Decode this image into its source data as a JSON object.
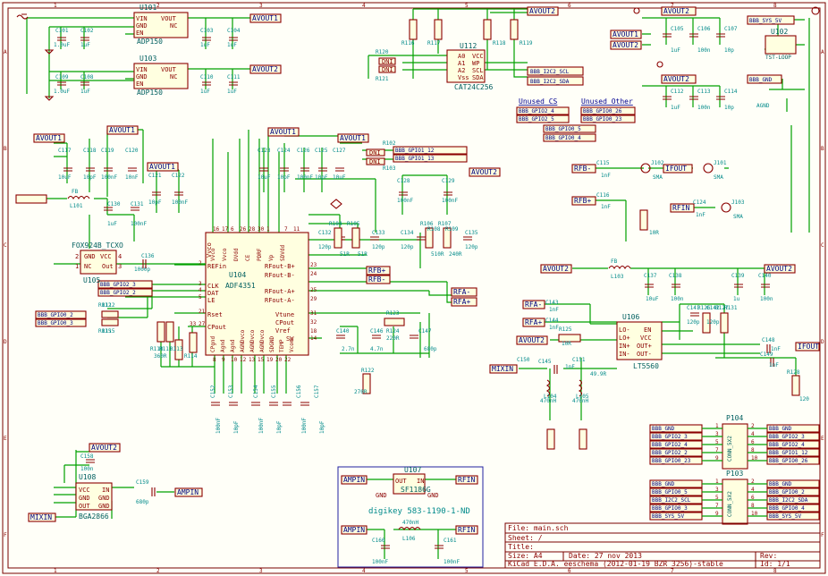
{
  "regulators": [
    {
      "ref": "U101",
      "value": "ADP150",
      "pins": [
        "VIN",
        "GND",
        "EN"
      ],
      "out_pins": [
        "VOUT",
        "NC"
      ],
      "caps": [
        "C101",
        "1.0uF",
        "C102",
        "1uF",
        "C103",
        "1uF",
        "C104",
        "1uF"
      ],
      "net": "AVOUT1"
    },
    {
      "ref": "U103",
      "value": "ADP150",
      "pins": [
        "VIN",
        "GND",
        "EN"
      ],
      "out_pins": [
        "VOUT",
        "NC"
      ],
      "caps": [
        "C109",
        "1.0uF",
        "C108",
        "1uF",
        "C110",
        "1uF",
        "C111",
        "1uF"
      ],
      "net": "AVOUT2"
    }
  ],
  "eeprom": {
    "ref": "U112",
    "value": "CAT24C256",
    "pins": [
      "A0",
      "A1",
      "A2",
      "Vss"
    ],
    "right_pins": [
      "VCC",
      "WP",
      "SCL",
      "SDA"
    ],
    "res": [
      "R120",
      "R121",
      "R116",
      "R117",
      "R118",
      "R119"
    ],
    "dni": "DNI",
    "nets": [
      "AVOUT2",
      "BBB_I2C2_SCL",
      "BBB_I2C2_SDA"
    ]
  },
  "unused": {
    "cs_label": "Unused CS",
    "other_label": "Unused Other",
    "cs": [
      "BBB_GPIO2_4",
      "BBB_GPIO2_5"
    ],
    "other": [
      "BBB_GPIO0_26",
      "BBB_GPIO0_23"
    ],
    "extra": [
      "BBB_GPIO0_5",
      "BBB_GPIO0_4"
    ]
  },
  "power": {
    "nets": [
      "AVOUT2",
      "AVOUT1",
      "BBB_SYS_5V",
      "BBB_GND"
    ],
    "testpoint": "U102",
    "tp_label": "TST-LOOP",
    "caps": [
      "C105",
      "1uF",
      "C106",
      "100n",
      "C107",
      "10p",
      "C112",
      "1uF",
      "C113",
      "100n",
      "C114",
      "10p"
    ],
    "agnd": "AGND"
  },
  "synth": {
    "ref": "U104",
    "value": "ADF4351",
    "left_pins": [
      "Vvco",
      "Vvco",
      "DVdd",
      "CE",
      "PDRF",
      "Vp",
      "SDVdd"
    ],
    "mid_pins": [
      "REFin",
      "CLK",
      "DAT",
      "LE",
      "Rset",
      "CPout"
    ],
    "right_pins": [
      "RFout-B+",
      "RFout-B-",
      "RFout-A+",
      "RFout-A-",
      "Vtune",
      "CPout",
      "Vref",
      "SW"
    ],
    "bottom_pins": [
      "CPgnd",
      "Agnd",
      "Agnd",
      "AGNDvco",
      "AGNDvco",
      "AGNDvco",
      "SDGND",
      "TEMP",
      "Vcom"
    ],
    "pin_numbers": [
      "16",
      "17",
      "6",
      "26",
      "28",
      "30",
      "1",
      "2",
      "3",
      "4",
      "5",
      "21",
      "27",
      "8",
      "9",
      "10",
      "12",
      "13",
      "15",
      "19",
      "20",
      "22",
      "23",
      "24",
      "25",
      "29",
      "31",
      "32",
      "18",
      "14",
      "7",
      "11",
      "33"
    ],
    "nets": [
      "AVOUT1",
      "BBB_GPIO1_12",
      "BBB_GPIO1_13",
      "AVOUT2",
      "RFB+",
      "RFB-",
      "RFA-",
      "RFA+"
    ],
    "caps": [
      "C117",
      "10uF",
      "C118",
      "10pF",
      "C119",
      "100nF",
      "C120",
      "10nF",
      "C121",
      "10pF",
      "C122",
      "100nF",
      "C123",
      "10uF",
      "C124",
      "10pF",
      "C126",
      "100nF",
      "C125",
      "10pF",
      "C127",
      "10uF",
      "C128",
      "100nF",
      "C129",
      "100nF",
      "C132",
      "120p",
      "C133",
      "120p",
      "C134",
      "120p",
      "C135",
      "120p",
      "C136",
      "1000p",
      "C140",
      "2.7n",
      "C146",
      "4.7n",
      "C147",
      "680p"
    ],
    "res": [
      "R102",
      "R103",
      "R110",
      "R111",
      "R112",
      "R113",
      "R114",
      "R115",
      "R104",
      "R105",
      "R106",
      "R107",
      "R108",
      "R109",
      "R123",
      "R124",
      "R122"
    ],
    "r_dni": [
      "DNI",
      "DNI"
    ],
    "r_vals": [
      "51R",
      "51R",
      "510R",
      "240R",
      "220R",
      "270R",
      "360R"
    ],
    "spi": [
      "BBB_GPIO2_3",
      "BBB_GPIO2_2"
    ],
    "spi2": [
      "BBB_GPIO0_2",
      "BBB_GPIO0_3"
    ],
    "spi_res": [
      "R112",
      "R115"
    ]
  },
  "tcxo": {
    "ref": "U105",
    "value": "FOX924B_TCXO",
    "pins": [
      "GND",
      "VCC",
      "NC",
      "Out"
    ],
    "pin_nums": [
      "2",
      "4",
      "1",
      "3"
    ],
    "ind": "FB",
    "lref": "L101",
    "c130": "C130",
    "c131": "C131",
    "c130v": "1uF",
    "c131v": "100nF"
  },
  "decoupling_bottom": {
    "caps": [
      "C152",
      "C153",
      "C154",
      "C155",
      "C156",
      "C157"
    ],
    "values": [
      "100nF",
      "10pF",
      "100nF",
      "10pF",
      "100nF",
      "10pF"
    ]
  },
  "rf_switch": {
    "labels": [
      "RFB-",
      "RFB+",
      "IFOUT",
      "RFIN",
      "SMA"
    ],
    "refs": [
      "C115",
      "C116",
      "C124",
      "C125",
      "R125",
      "J102",
      "J101",
      "J103"
    ],
    "vals": [
      "1nF",
      "1nF",
      "1nF",
      "1nF",
      "10R"
    ]
  },
  "mixer": {
    "ref": "U106",
    "value": "LT5560",
    "pins": [
      "LO-",
      "LO+",
      "IN+",
      "IN-"
    ],
    "right_pins": [
      "EN",
      "VCC",
      "OUT+",
      "OUT-"
    ],
    "nets": [
      "RFA-",
      "RFA+",
      "AVOUT2",
      "MIXIN",
      "IFOUT"
    ],
    "refs": [
      "C137",
      "C138",
      "C139",
      "C140",
      "C141",
      "C142",
      "C143",
      "C144",
      "C145",
      "C148",
      "C149",
      "C150",
      "C151",
      "R125",
      "R126",
      "R127",
      "L104",
      "L105",
      "R128",
      "R131"
    ],
    "vals": [
      "10uF",
      "100n",
      "1u",
      "100n",
      "120p",
      "120p",
      "1nF",
      "1nF",
      "1nF",
      "1nF",
      "1nF",
      "470nH",
      "470nH",
      "10R",
      "49.9R",
      "120"
    ],
    "fb": "FB",
    "lref": "L103"
  },
  "conn": {
    "p104": {
      "ref": "P104",
      "type": "CONN_5X2",
      "left": [
        "BBB_GND",
        "BBB_GPIO2_3",
        "BBB_GPIO2_4",
        "BBB_GPIO2_2",
        "BBB_GPIO0_23"
      ],
      "right": [
        "BBB_GND",
        "BBB_GPIO2_3",
        "BBB_GPIO2_4",
        "BBB_GPIO1_12",
        "BBB_GPIO0_26"
      ],
      "pins": [
        "1",
        "3",
        "5",
        "7",
        "9",
        "2",
        "4",
        "6",
        "8",
        "10"
      ]
    },
    "p103": {
      "ref": "P103",
      "type": "CONN_5X2",
      "left": [
        "BBB_GND",
        "BBB_GPIO0_5",
        "BBB_I2C2_SCL",
        "BBB_GPIO0_3",
        "BBB_SYS_5V"
      ],
      "right": [
        "BBB_GND",
        "BBB_GPIO0_2",
        "BBB_I2C2_SDA",
        "BBB_GPIO0_4",
        "BBB_SYS_5V"
      ],
      "pins": [
        "1",
        "3",
        "5",
        "7",
        "9",
        "2",
        "4",
        "6",
        "8",
        "10"
      ]
    }
  },
  "amp": {
    "ref": "U108",
    "value": "BGA2866",
    "pins": [
      "VCC",
      "GND",
      "OUT"
    ],
    "right": [
      "IN",
      "GND",
      "GND"
    ],
    "nets": [
      "AVOUT2",
      "AMPIN",
      "MIXIN"
    ],
    "refs": [
      "C158",
      "C159"
    ],
    "vals": [
      "100n",
      "680p"
    ]
  },
  "lna_box": {
    "ref": "U107",
    "value": "SF1186G",
    "pins": [
      "OUT",
      "IN",
      "GND",
      "GND"
    ],
    "nets": [
      "AMPIN",
      "RFIN"
    ],
    "part": "digikey 583-1190-1-ND",
    "refs": [
      "C160",
      "C161",
      "L106"
    ],
    "vals": [
      "100nF",
      "100nF",
      "470nH"
    ]
  },
  "titleblock": {
    "file": "File: main.sch",
    "sheet": "Sheet: /",
    "title": "Title:",
    "size": "Size: A4",
    "date": "Date: 27 nov 2013",
    "rev": "Rev:",
    "kicad": "KiCad E.D.A.  eeschema (2012-01-19 BZR 3256)-stable",
    "id": "Id: 1/1"
  },
  "frame": {
    "cols": [
      "1",
      "2",
      "3",
      "4",
      "5",
      "6",
      "7",
      "8"
    ],
    "rows": [
      "A",
      "B",
      "C",
      "D",
      "E",
      "F"
    ]
  }
}
